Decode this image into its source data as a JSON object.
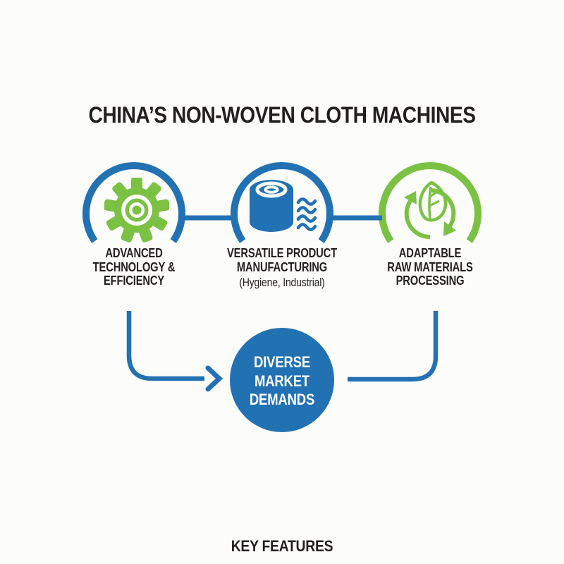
{
  "title": "CHINA’S NON-WOVEN CLOTH MACHINES",
  "footer": "KEY FEATURES",
  "colors": {
    "blue": "#2271b3",
    "green": "#7bc143",
    "text": "#231f20",
    "bg": "#fcfcfb",
    "white": "#ffffff"
  },
  "nodes": [
    {
      "id": "advanced-technology",
      "icon": "gear-icon",
      "ring_color": "blue",
      "label_lines": [
        "ADVANCED",
        "TECHNOLOGY &",
        "EFFICIENCY"
      ]
    },
    {
      "id": "versatile-product",
      "icon": "fabric-roll-icon",
      "ring_color": "blue",
      "label_lines": [
        "VERSATILE PRODUCT",
        "MANUFACTURING"
      ],
      "sub_label": "(Hygiene, Industrial)"
    },
    {
      "id": "adaptable-raw-materials",
      "icon": "leaf-recycle-icon",
      "ring_color": "green",
      "label_lines": [
        "ADAPTABLE",
        "RAW MATERIALS",
        "PROCESSING"
      ]
    }
  ],
  "center_node": {
    "id": "diverse-market-demands",
    "fill": "blue",
    "label_lines": [
      "DIVERSE",
      "MARKET",
      "DEMANDS"
    ]
  }
}
